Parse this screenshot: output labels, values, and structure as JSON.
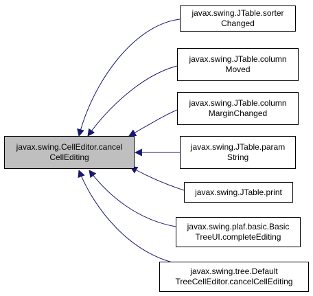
{
  "colors": {
    "edge": "#191970",
    "node_border": "#000000",
    "focus_fill": "#bfbfbf",
    "node_fill": "#ffffff"
  },
  "focus": {
    "line1": "javax.swing.CellEditor.cancel",
    "line2": "CellEditing"
  },
  "callers": [
    {
      "line1": "javax.swing.JTable.sorter",
      "line2": "Changed"
    },
    {
      "line1": "javax.swing.JTable.column",
      "line2": "Moved"
    },
    {
      "line1": "javax.swing.JTable.column",
      "line2": "MarginChanged"
    },
    {
      "line1": "javax.swing.JTable.param",
      "line2": "String"
    },
    {
      "line1": "javax.swing.JTable.print",
      "line2": ""
    },
    {
      "line1": "javax.swing.plaf.basic.Basic",
      "line2": "TreeUI.completeEditing"
    },
    {
      "line1": "javax.swing.tree.Default",
      "line2": "TreeCellEditor.cancelCellEditing"
    }
  ]
}
